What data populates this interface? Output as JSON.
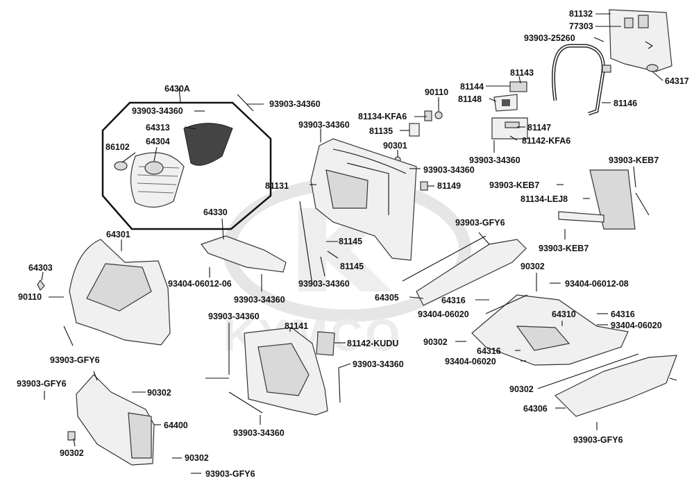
{
  "watermark": {
    "brand": "KYMCO"
  },
  "labels": [
    {
      "id": "l-81132",
      "text": "81132"
    },
    {
      "id": "l-77303",
      "text": "77303"
    },
    {
      "id": "l-93903-25260",
      "text": "93903-25260"
    },
    {
      "id": "l-64317",
      "text": "64317"
    },
    {
      "id": "l-81146",
      "text": "81146"
    },
    {
      "id": "l-81143",
      "text": "81143"
    },
    {
      "id": "l-81144",
      "text": "81144"
    },
    {
      "id": "l-81148",
      "text": "81148"
    },
    {
      "id": "l-90110a",
      "text": "90110"
    },
    {
      "id": "l-81134-kfa6",
      "text": "81134-KFA6"
    },
    {
      "id": "l-81135",
      "text": "81135"
    },
    {
      "id": "l-90301",
      "text": "90301"
    },
    {
      "id": "l-81147",
      "text": "81147"
    },
    {
      "id": "l-81142-kfa6",
      "text": "81142-KFA6"
    },
    {
      "id": "l-93903-34360-a",
      "text": "93903-34360"
    },
    {
      "id": "l-93903-34360-b",
      "text": "93903-34360"
    },
    {
      "id": "l-93903-34360-c",
      "text": "93903-34360"
    },
    {
      "id": "l-81149",
      "text": "81149"
    },
    {
      "id": "l-81131",
      "text": "81131"
    },
    {
      "id": "l-93903-keb7-a",
      "text": "93903-KEB7"
    },
    {
      "id": "l-93903-keb7-b",
      "text": "93903-KEB7"
    },
    {
      "id": "l-81134-lej8",
      "text": "81134-LEJ8"
    },
    {
      "id": "l-93903-keb7-c",
      "text": "93903-KEB7"
    },
    {
      "id": "l-6430a",
      "text": "6430A"
    },
    {
      "id": "l-93903-34360-d",
      "text": "93903-34360"
    },
    {
      "id": "l-93903-34360-e",
      "text": "93903-34360"
    },
    {
      "id": "l-64313",
      "text": "64313"
    },
    {
      "id": "l-64304",
      "text": "64304"
    },
    {
      "id": "l-86102",
      "text": "86102"
    },
    {
      "id": "l-64330",
      "text": "64330"
    },
    {
      "id": "l-81145a",
      "text": "81145"
    },
    {
      "id": "l-81145b",
      "text": "81145"
    },
    {
      "id": "l-93404-06012-06",
      "text": "93404-06012-06"
    },
    {
      "id": "l-93903-34360-f",
      "text": "93903-34360"
    },
    {
      "id": "l-93903-34360-g",
      "text": "93903-34360"
    },
    {
      "id": "l-93903-gfy6-a",
      "text": "93903-GFY6"
    },
    {
      "id": "l-90302a",
      "text": "90302"
    },
    {
      "id": "l-93404-06012-08",
      "text": "93404-06012-08"
    },
    {
      "id": "l-64305",
      "text": "64305"
    },
    {
      "id": "l-64316a",
      "text": "64316"
    },
    {
      "id": "l-93404-06020a",
      "text": "93404-06020"
    },
    {
      "id": "l-64310",
      "text": "64310"
    },
    {
      "id": "l-64316b",
      "text": "64316"
    },
    {
      "id": "l-93404-06020b",
      "text": "93404-06020"
    },
    {
      "id": "l-90302b",
      "text": "90302"
    },
    {
      "id": "l-64316c",
      "text": "64316"
    },
    {
      "id": "l-93404-06020c",
      "text": "93404-06020"
    },
    {
      "id": "l-90302c",
      "text": "90302"
    },
    {
      "id": "l-64306",
      "text": "64306"
    },
    {
      "id": "l-93903-gfy6-b",
      "text": "93903-GFY6"
    },
    {
      "id": "l-64301",
      "text": "64301"
    },
    {
      "id": "l-64303",
      "text": "64303"
    },
    {
      "id": "l-90110b",
      "text": "90110"
    },
    {
      "id": "l-93903-gfy6-c",
      "text": "93903-GFY6"
    },
    {
      "id": "l-93903-34360-h",
      "text": "93903-34360"
    },
    {
      "id": "l-81141",
      "text": "81141"
    },
    {
      "id": "l-81142-kudu",
      "text": "81142-KUDU"
    },
    {
      "id": "l-93903-34360-i",
      "text": "93903-34360"
    },
    {
      "id": "l-93903-34360-j",
      "text": "93903-34360"
    },
    {
      "id": "l-93903-gfy6-d",
      "text": "93903-GFY6"
    },
    {
      "id": "l-90302d",
      "text": "90302"
    },
    {
      "id": "l-64400",
      "text": "64400"
    },
    {
      "id": "l-90302e",
      "text": "90302"
    },
    {
      "id": "l-90302f",
      "text": "90302"
    },
    {
      "id": "l-93903-gfy6-e",
      "text": "93903-GFY6"
    }
  ]
}
